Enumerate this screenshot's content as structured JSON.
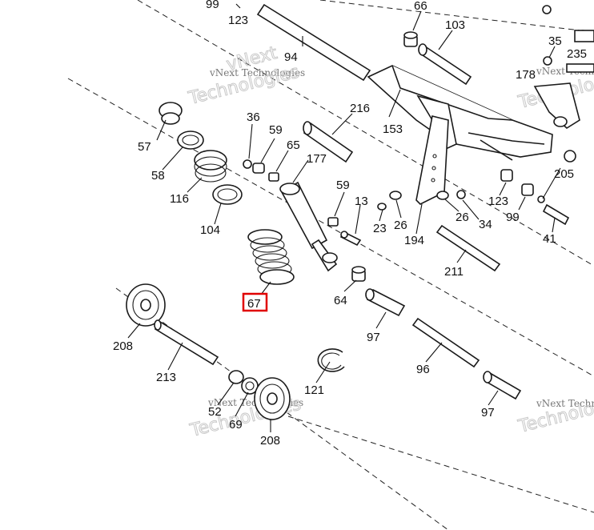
{
  "watermark": {
    "brand_small": "vNext Technologies",
    "brand_large": "Technologies",
    "brand_top": "vNext"
  },
  "highlight": {
    "part_number": "67",
    "color": "#e00000"
  },
  "labels": {
    "p99_top": "99",
    "p123_top": "123",
    "p66": "66",
    "p103": "103",
    "p35": "35",
    "p235": "235",
    "p178": "178",
    "p94": "94",
    "p36": "36",
    "p59": "59",
    "p216": "216",
    "p153": "153",
    "p57": "57",
    "p65": "65",
    "p177": "177",
    "p58": "58",
    "p116": "116",
    "p104": "104",
    "p59b": "59",
    "p13": "13",
    "p23": "23",
    "p26a": "26",
    "p194": "194",
    "p26b": "26",
    "p34": "34",
    "p123b": "123",
    "p99b": "99",
    "p205": "205",
    "p41": "41",
    "p211": "211",
    "p64": "64",
    "p97a": "97",
    "p208a": "208",
    "p213": "213",
    "p96": "96",
    "p121": "121",
    "p52": "52",
    "p69": "69",
    "p208b": "208",
    "p97b": "97"
  }
}
